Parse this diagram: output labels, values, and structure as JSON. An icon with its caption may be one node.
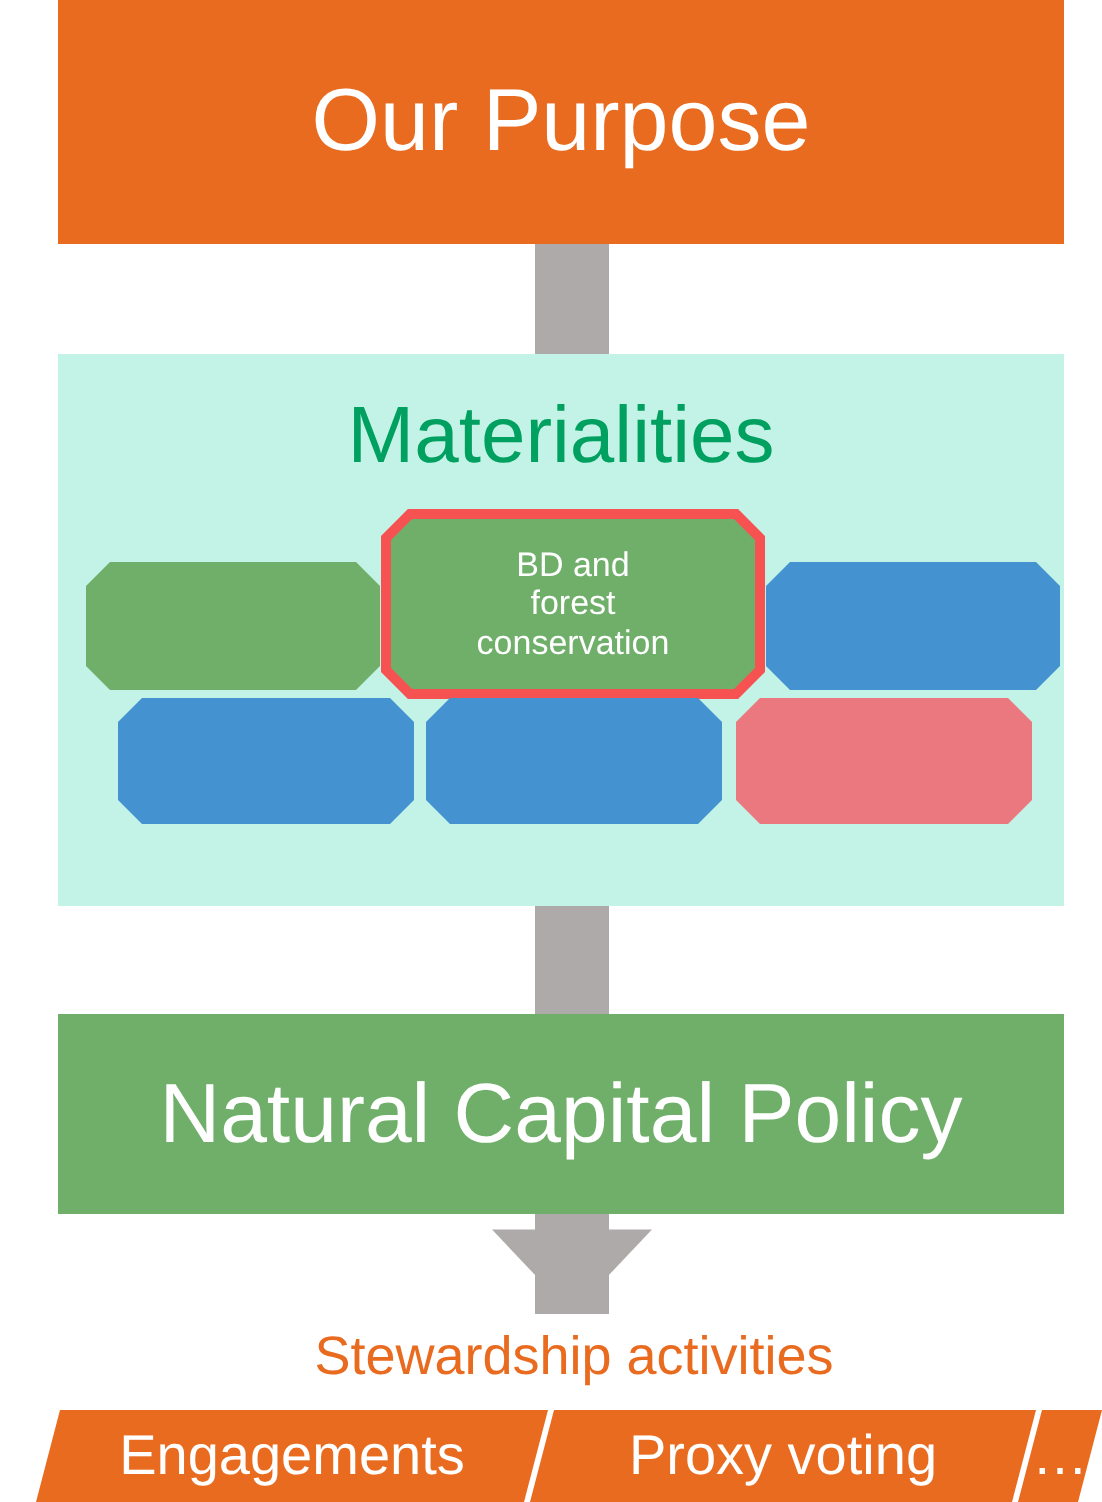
{
  "diagram": {
    "nodes": [
      {
        "text": [
          "Our Purpose"
        ]
      },
      {
        "text": [
          "Materialities"
        ]
      },
      {
        "text": [],
        "shape": "octagon",
        "in": 1
      },
      {
        "text": [
          "BD and forest conservation"
        ],
        "in": 1
      },
      {
        "text": [],
        "shape": "octagon",
        "in": 1
      },
      {
        "text": [],
        "shape": "octagon",
        "in": 1
      },
      {
        "text": [],
        "shape": "octagon",
        "in": 1
      },
      {
        "text": [],
        "shape": "octagon",
        "in": 1
      },
      {
        "text": [
          "Natural Capital Policy"
        ]
      },
      {
        "text": [
          "Stewardship activities"
        ]
      },
      {
        "text": [
          "Engagements"
        ]
      },
      {
        "text": [
          "Proxy voting"
        ]
      },
      {
        "text": [
          "…"
        ]
      }
    ],
    "edges": [
      {
        "from": 0,
        "to": 1,
        "arrow": "none"
      },
      {
        "from": 1,
        "to": 8,
        "arrow": "none"
      },
      {
        "from": 8,
        "to": 9,
        "arrow": "to"
      }
    ]
  }
}
